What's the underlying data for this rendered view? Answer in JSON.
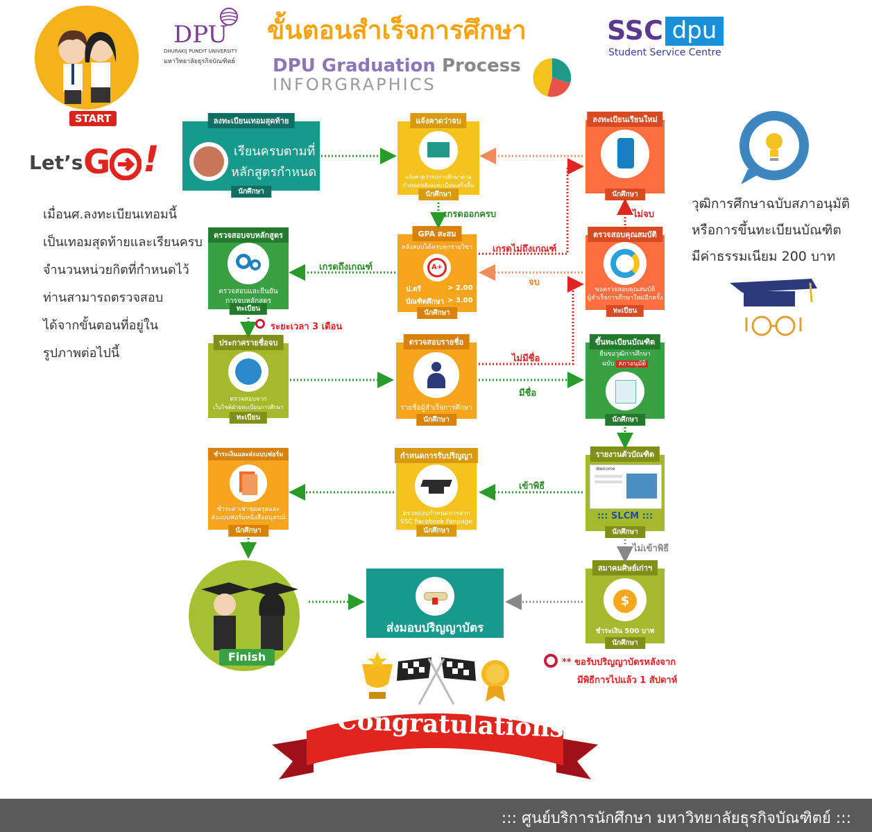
{
  "header": {
    "title_th": "ขั้นตอนสำเร็จการศึกษา",
    "title_en_1": "DPU Graduation",
    "title_en_2": "Process",
    "title_en_3": "INFORGRAPHICS",
    "dpu_logo": "DPU",
    "dpu_sub_en": "DHURAKIJ PUNDIT UNIVERSITY",
    "dpu_sub_th": "มหาวิทยาลัยธุรกิจบัณฑิตย์",
    "ssc_logo_1": "SSC",
    "ssc_logo_2": "dpu",
    "ssc_sub": "Student Service Centre"
  },
  "start_badge": "START",
  "lets_go": {
    "a": "Let’s",
    "b": "G",
    "c": "!"
  },
  "intro_lines": [
    "เมื่อนศ.ลงทะเบียนเทอมนี้",
    "เป็นเทอมสุดท้ายและเรียนครบ",
    "จำนวนหน่วยกิตที่กำหนดไว้",
    "ท่านสามารถตรวจสอบ",
    "ได้จากขั้นตอนที่อยู่ใน",
    "รูปภาพต่อไปนี้"
  ],
  "right_note_lines": [
    "วุฒิการศึกษาฉบับสภาอนุมัติ",
    "หรือการขึ้นทะเบียนบัณฑิต",
    "มีค่าธรรมเนียม 200 บาท"
  ],
  "steps": {
    "s1": {
      "cap": "ลงทะเบียนเทอมสุดท้าย",
      "text1": "เรียนครบตามที่",
      "text2": "หลักสูตรกำหนด",
      "foot": "นักศึกษา"
    },
    "s2": {
      "cap": "แจ้งคาดว่าจบ",
      "text1": "แจ้งคาดว่าจบการศึกษาตาม",
      "text2": "กำหนดหลังลงทะเบียนเสร็จสิ้น",
      "foot": "นักศึกษา"
    },
    "s3": {
      "cap": "ลงทะเบียนเรียนใหม่",
      "foot": "นักศึกษา"
    },
    "s4": {
      "cap": "ตรวจสอบจบหลักสูตร",
      "text1": "ตรวจสอบและยืนยัน",
      "text2": "การจบหลักสูตร",
      "foot": "ทะเบียน"
    },
    "s5": {
      "cap": "GPA สะสม",
      "text1": "หลังสอบได้ครบทุกรายวิชา",
      "r1a": "ป.ตรี",
      "r1b": "> 2.00",
      "r2a": "บัณฑิตศึกษา",
      "r2b": "> 3.00",
      "foot": "นักศึกษา"
    },
    "s6": {
      "cap": "ตรวจสอบคุณสมบัติ",
      "text1": "ขอตรวจสอบคุณสมบัติ",
      "text2": "ผู้สำเร็จการศึกษาใหม่อีกครั้ง",
      "foot": "ทะเบียน"
    },
    "s7": {
      "cap": "ประกาศรายชื่อจบ",
      "text1": "ตรวจสอบจาก",
      "text2": "เว็บไซต์ฝ่ายทะเบียนการศึกษา",
      "foot": "ทะเบียน"
    },
    "s8": {
      "cap": "ตรวจสอบรายชื่อ",
      "text1": "รายชื่อผู้สำเร็จการศึกษา",
      "foot": "นักศึกษา"
    },
    "s9": {
      "cap": "ขึ้นทะเบียนบัณฑิต",
      "text1": "ยื่นขอวุฒิการศึกษา",
      "text2a": "ฉบับ",
      "text2b": "สภาอนุมัติ",
      "foot": "นักศึกษา"
    },
    "s10": {
      "cap": "ชำระเงินและส่งแบบฟอร์ม",
      "text1": "ชำระค่าเช่าชุดครุยและ",
      "text2": "ส่งแบบฟอร์มหนังสืออนุสรณ์",
      "foot": "นักศึกษา"
    },
    "s11": {
      "cap": "กำหนดการรับปริญญา",
      "text1": "ตรวจสอบกำหนดการจาก",
      "text2": "SSC Facebook Fanpage",
      "foot": "นักศึกษา"
    },
    "s12": {
      "cap": "รายงานตัวบัณฑิต",
      "screen_title": "Welcome",
      "slcm": "::: SLCM :::",
      "foot": "นักศึกษา"
    },
    "s13": {
      "cap": "สมาคมศิษย์เก่าฯ",
      "text1": "ชำระเงิน 500 บาท",
      "foot": "นักศึกษา"
    },
    "s14": {
      "text1": "ส่งมอบปริญญาบัตร"
    }
  },
  "arrow_labels": {
    "grade_complete": "เกรดออกครบ",
    "grade_below": "เกรดไม่ถึงเกณฑ์",
    "grade_meets": "เกรดถึงเกณฑ์",
    "not_pass": "ไม่จบ",
    "pass": "จบ",
    "period": "ระยะเวลา 3 เดือน",
    "no_name": "ไม่มีชื่อ",
    "has_name": "มีชื่อ",
    "attend": "เข้าพิธี",
    "not_attend": "ไม่เข้าพิธี"
  },
  "note_bottom": {
    "line1": "** ขอรับปริญญาบัตรหลังจาก",
    "line2": "มีพิธีการไปแล้ว 1 สัปดาห์"
  },
  "finish_badge": "Finish",
  "congrats": "Congratulations",
  "footer": "::: ศูนย์บริการนักศึกษา มหาวิทยาลัยธุรกิจบัณฑิตย์ :::",
  "colors": {
    "teal": "#17998c",
    "yellow": "#f5c31e",
    "orange": "#ff6e40",
    "green": "#3aa044",
    "lime": "#a5b92c",
    "amber": "#f7a51c",
    "footer": "#5a5a5a"
  }
}
